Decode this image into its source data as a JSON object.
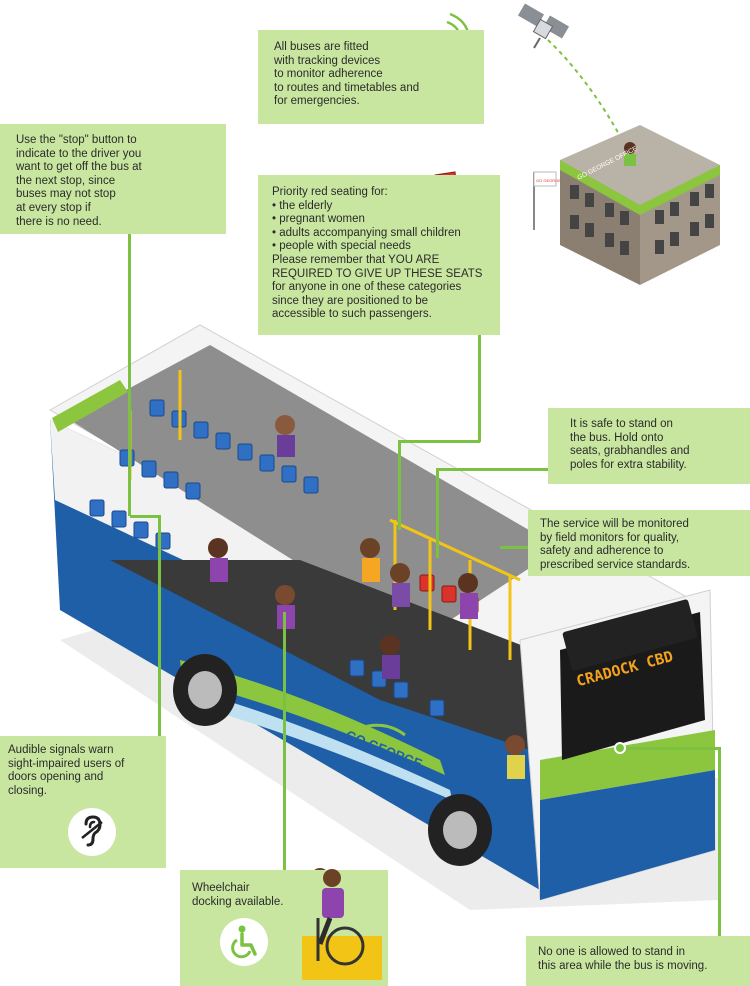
{
  "callouts": {
    "tracking": "All buses are fitted\nwith tracking devices\nto monitor adherence\nto routes and timetables and\nfor emergencies.",
    "stop_button": "Use the \"stop\" button to\nindicate to the driver you\nwant to get off the bus at\nthe next stop, since\nbuses may not stop\nat every stop if\nthere is no need.",
    "priority_intro": "Priority red seating for:",
    "priority_items": [
      "the elderly",
      "pregnant women",
      "adults accompanying small children",
      "people with special needs"
    ],
    "priority_note": "Please remember that YOU ARE\nREQUIRED TO GIVE UP THESE SEATS\nfor anyone in one of these categories\nsince they are positioned to be\naccessible to such passengers.",
    "standing": "It is safe to stand on\nthe bus. Hold onto\nseats, grabhandles and\npoles for extra stability.",
    "monitoring": "The service will be monitored\nby field monitors for quality,\nsafety and adherence to\nprescribed service standards.",
    "audible": "Audible signals warn\nsight-impaired users of\ndoors opening and\nclosing.",
    "wheelchair": "Wheelchair\ndocking available.",
    "no_standing": "No one is allowed to stand in\nthis area while the bus is moving."
  },
  "labels": {
    "office_sign": "GO GEORGE OFFICE",
    "bus_display": "CRADOCK CBD",
    "bus_logo": "GO GEORGE",
    "flag_text": "GO GEORGE"
  },
  "colors": {
    "callout_bg": "#c8e6a0",
    "connector": "#7cc242",
    "bus_blue": "#1e5fa8",
    "bus_green": "#8cc63f",
    "seat_blue": "#2f6fc4",
    "priority_red": "#d9332b",
    "pole_yellow": "#f2c416"
  },
  "icons": [
    "satellite-dish-icon",
    "satellite-icon",
    "stop-button-icon",
    "red-seat-icon",
    "hearing-icon",
    "wheelchair-icon"
  ]
}
